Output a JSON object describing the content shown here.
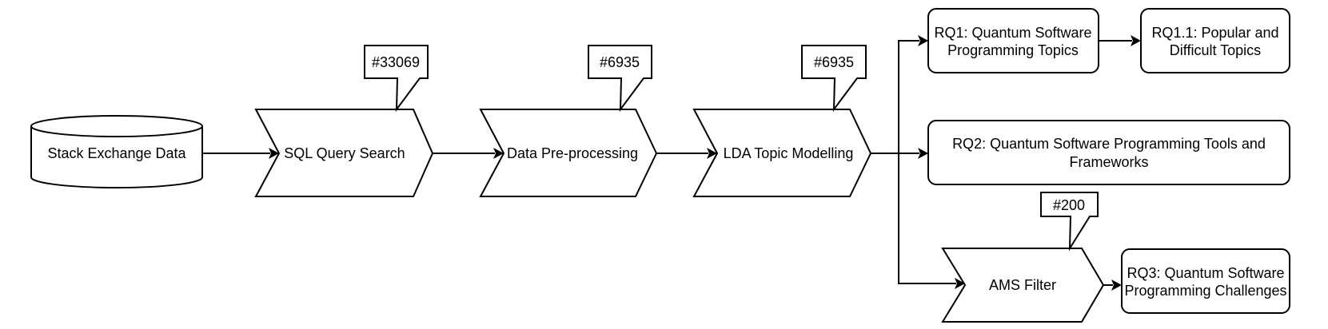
{
  "nodes": {
    "stack_exchange": "Stack Exchange Data",
    "sql_query": "SQL Query Search",
    "preprocessing": "Data Pre-processing",
    "lda": "LDA Topic Modelling",
    "rq1": [
      "RQ1: Quantum Software",
      "Programming Topics"
    ],
    "rq1_1": [
      "RQ1.1: Popular and",
      "Difficult Topics"
    ],
    "rq2": [
      "RQ2: Quantum Software Programming Tools and",
      "Frameworks"
    ],
    "ams_filter": "AMS Filter",
    "rq3": [
      "RQ3: Quantum Software",
      "Programming Challenges"
    ]
  },
  "callouts": {
    "sql_count": "#33069",
    "preprocessing_count": "#6935",
    "lda_count": "#6935",
    "ams_count": "#200"
  }
}
